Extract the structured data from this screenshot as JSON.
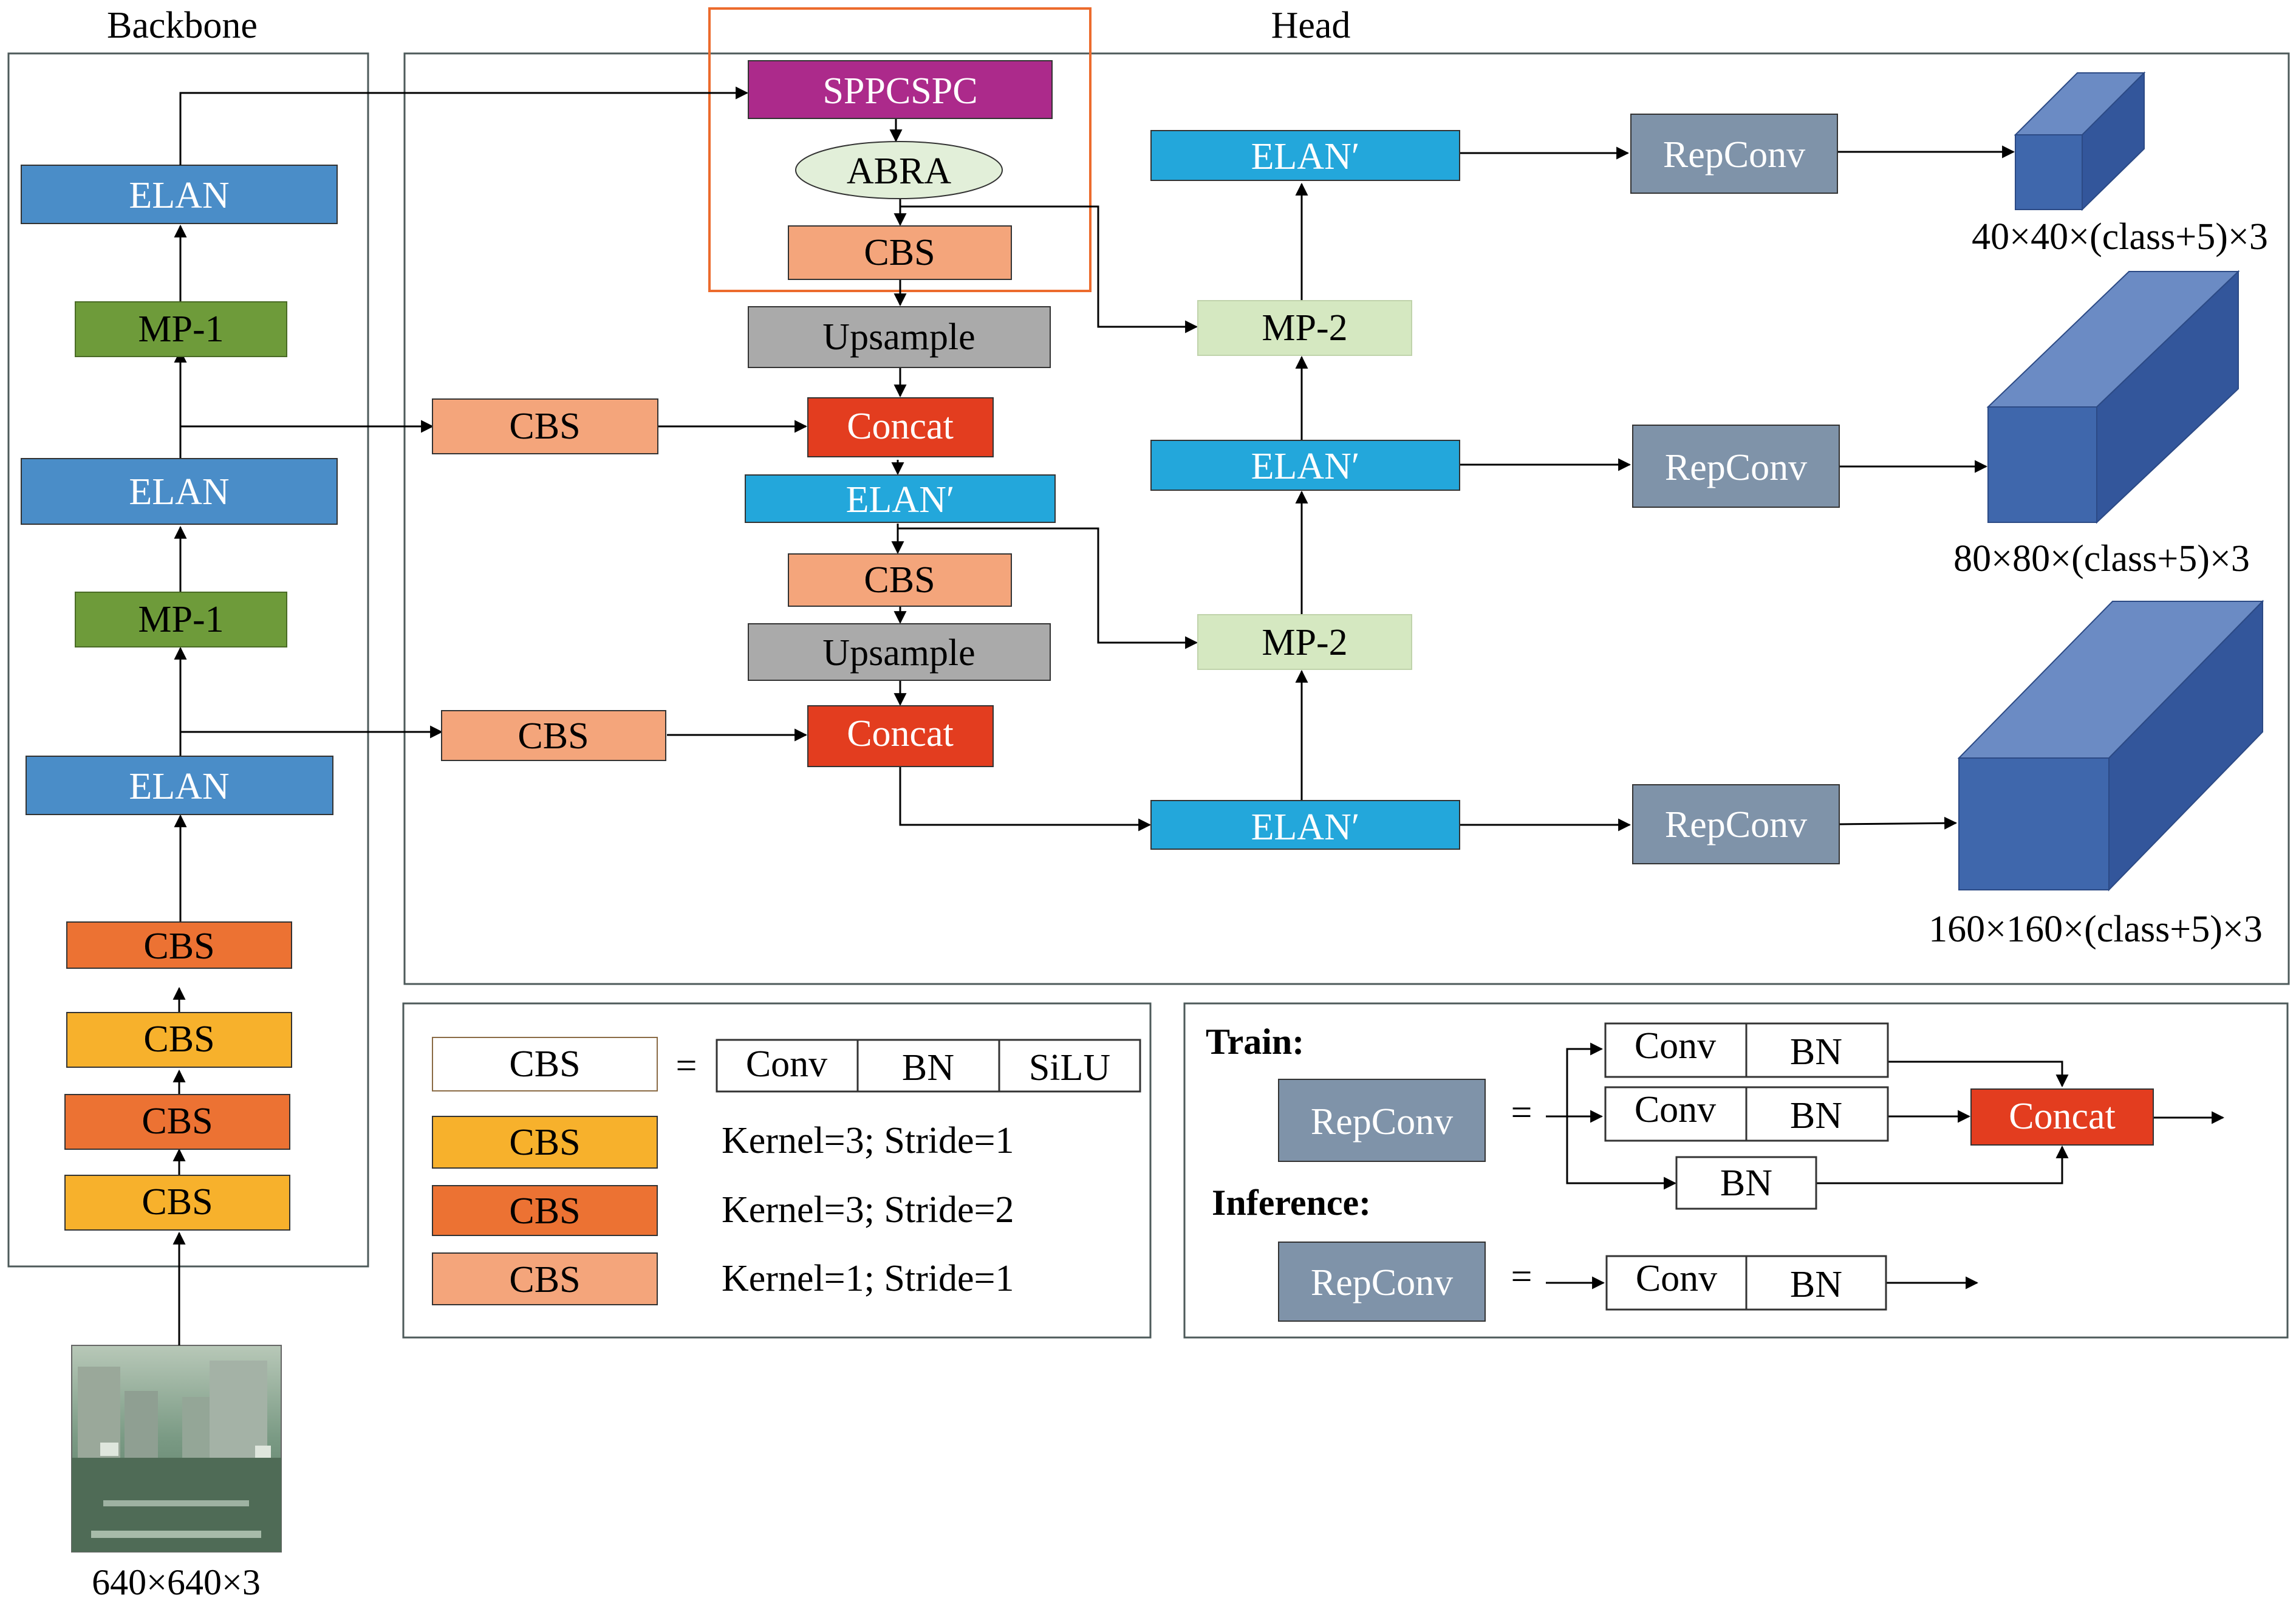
{
  "sections": {
    "backbone": "Backbone",
    "head": "Head"
  },
  "colors": {
    "elan": "#4a8dc8",
    "mp1": "#6e9b3a",
    "cbs_k3s1": "#f7b12c",
    "cbs_k3s2": "#ec7233",
    "cbs_k1s1": "#f4a57b",
    "sppcspc": "#ac2a8b",
    "abra": "#e2efd9",
    "upsample": "#aaaaaa",
    "concat": "#e33d1f",
    "elan_prime": "#23a7db",
    "mp2": "#d5e8c1",
    "repconv": "#7f93a9",
    "cube_front": "#3f67ac",
    "cube_top": "#6b8bc4",
    "cube_side": "#33569b",
    "highlight_frame": "#ec6b2d"
  },
  "backbone": {
    "input_image_icon": "street-scene-image",
    "input_label": "640×640×3",
    "blocks": [
      "CBS",
      "CBS",
      "CBS",
      "CBS",
      "ELAN",
      "MP-1",
      "ELAN",
      "MP-1",
      "ELAN"
    ]
  },
  "head": {
    "sppcspc": "SPPCSPC",
    "abra": "ABRA",
    "cbs_top": "CBS",
    "upsample_1": "Upsample",
    "cbs_lateral_1": "CBS",
    "concat_1": "Concat",
    "elan_prime_mid": "ELAN′",
    "cbs_mid": "CBS",
    "upsample_2": "Upsample",
    "cbs_lateral_2": "CBS",
    "concat_2": "Concat",
    "elan_prime_low": "ELAN′",
    "mp2_low": "MP-2",
    "elan_prime_middle_right": "ELAN′",
    "mp2_high": "MP-2",
    "elan_prime_top_right": "ELAN′",
    "repconv": [
      "RepConv",
      "RepConv",
      "RepConv"
    ],
    "outputs": [
      "40×40×(class+5)×3",
      "80×80×(class+5)×3",
      "160×160×(class+5)×3"
    ]
  },
  "legend_cbs": {
    "cbs": "CBS",
    "equals": "=",
    "parts": [
      "Conv",
      "BN",
      "SiLU"
    ],
    "variants": [
      {
        "label": "CBS",
        "desc": "Kernel=3; Stride=1"
      },
      {
        "label": "CBS",
        "desc": "Kernel=3; Stride=2"
      },
      {
        "label": "CBS",
        "desc": "Kernel=1; Stride=1"
      }
    ]
  },
  "legend_repconv": {
    "train_title": "Train:",
    "inference_title": "Inference:",
    "repconv": "RepConv",
    "equals": "=",
    "conv": "Conv",
    "bn": "BN",
    "concat": "Concat"
  }
}
